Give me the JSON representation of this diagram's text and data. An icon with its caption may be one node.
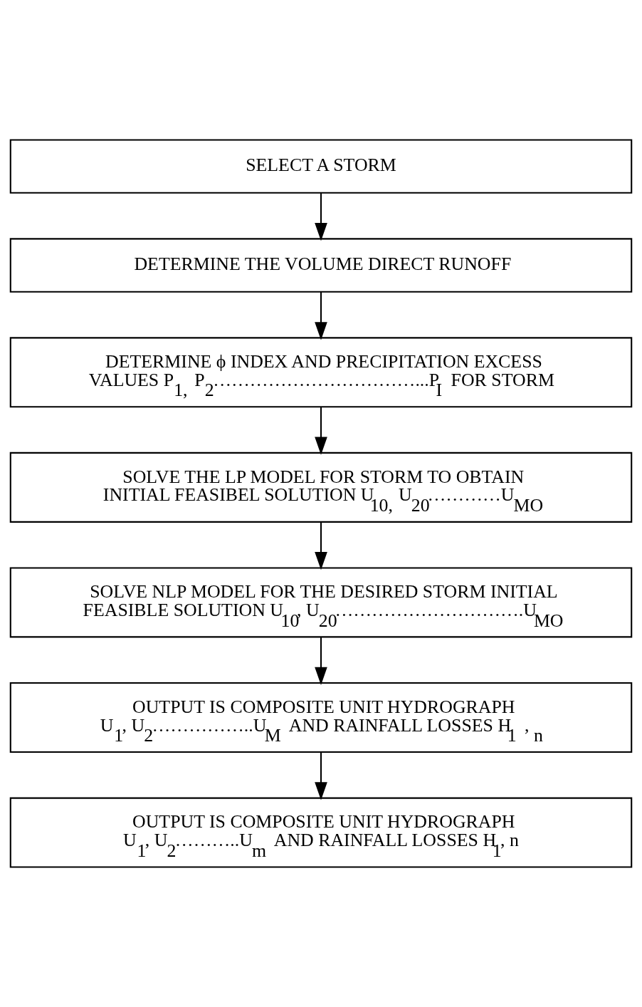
{
  "diagram": {
    "nodes": [
      {
        "text": [
          "SELECT A STORM"
        ]
      },
      {
        "text": [
          "DETERMINE THE VOLUME DIRECT RUNOFF"
        ]
      },
      {
        "text": [
          "DETERMINE ϕ INDEX AND PRECIPITATION EXCESS VALUES P$_{1,}$ P$_{2}$……………………………...P$_{I}$ FOR STORM"
        ]
      },
      {
        "text": [
          "SOLVE THE LP MODEL FOR STORM TO OBTAIN INITIAL FEASIBEL SOLUTION U$_{10,}$ U$_{20}$…………U$_{MO}$"
        ]
      },
      {
        "text": [
          "SOLVE NLP MODEL FOR THE DESIRED STORM INITIAL FEASIBLE SOLUTION U$_{10}$, U$_{20}$………………………….U$_{MO}$"
        ]
      },
      {
        "text": [
          "OUTPUT IS COMPOSITE UNIT HYDROGRAPH U$_{1}$, U$_{2}$……………..U$_{M}$ AND RAINFALL LOSSES H$_{1}$ , $_{n}$"
        ]
      },
      {
        "text": [
          "OUTPUT IS COMPOSITE UNIT HYDROGRAPH U$_{1}$, U$_{2}$………..U$_{m}$ AND RAINFALL LOSSES H$_{1}$, n"
        ]
      }
    ],
    "edges": [
      {
        "from": 0,
        "to": 1,
        "arrow": "to"
      },
      {
        "from": 1,
        "to": 2,
        "arrow": "to"
      },
      {
        "from": 2,
        "to": 3,
        "arrow": "to"
      },
      {
        "from": 3,
        "to": 4,
        "arrow": "to"
      },
      {
        "from": 4,
        "to": 5,
        "arrow": "to"
      },
      {
        "from": 5,
        "to": 6,
        "arrow": "to"
      }
    ]
  }
}
